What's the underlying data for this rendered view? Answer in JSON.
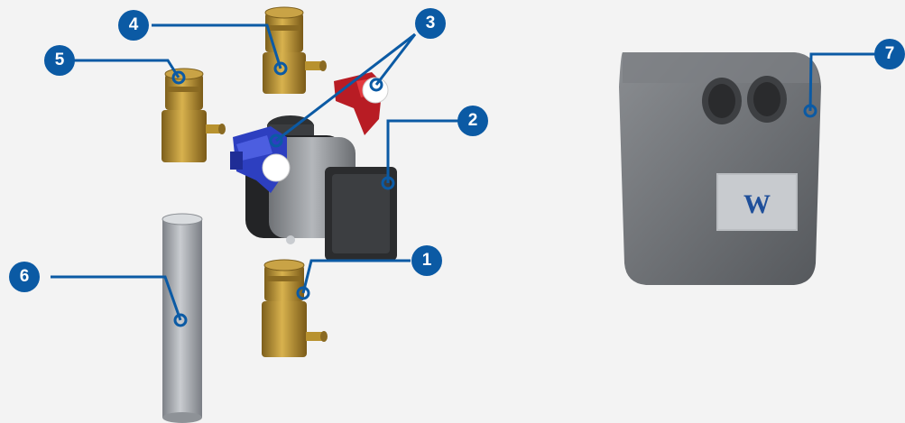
{
  "colors": {
    "callout": "#0b5aa4",
    "background": "#f3f3f3",
    "brass": "#b8922f",
    "pump_grey": "#8d8f92",
    "cover_grey": "#6b6e72",
    "valve_blue": "#2d3fc0",
    "valve_red": "#b81c24",
    "pipe": "#9a9ea4"
  },
  "callouts": [
    {
      "id": "1",
      "label": "1",
      "target": "lower-brass-valve"
    },
    {
      "id": "2",
      "label": "2",
      "target": "circulation-pump"
    },
    {
      "id": "3",
      "label": "3",
      "target": "valve-handles"
    },
    {
      "id": "4",
      "label": "4",
      "target": "upper-brass-valve"
    },
    {
      "id": "5",
      "label": "5",
      "target": "left-brass-valve"
    },
    {
      "id": "6",
      "label": "6",
      "target": "bypass-pipe"
    },
    {
      "id": "7",
      "label": "7",
      "target": "insulation-cover"
    }
  ],
  "logo": {
    "text": "W"
  }
}
